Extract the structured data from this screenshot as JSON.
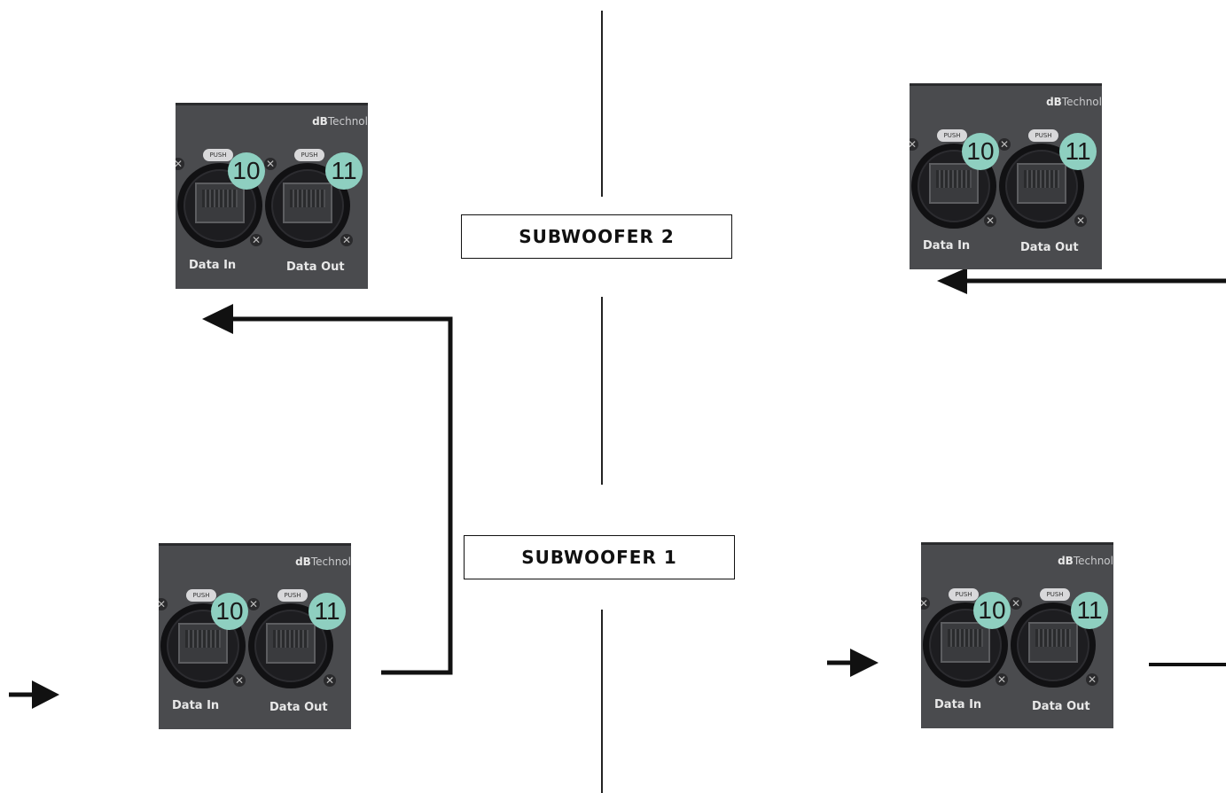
{
  "labels": {
    "subwoofer_2": "SUBWOOFER 2",
    "subwoofer_1": "SUBWOOFER 1"
  },
  "panels": [
    {
      "brand_bold": "dB",
      "brand_rest": "Technol",
      "push_left": "PUSH",
      "push_right": "PUSH",
      "port_in_number": "10",
      "port_out_number": "11",
      "data_in": "Data In",
      "data_out": "Data Out"
    },
    {
      "brand_bold": "dB",
      "brand_rest": "Technol",
      "push_left": "PUSH",
      "push_right": "PUSH",
      "port_in_number": "10",
      "port_out_number": "11",
      "data_in": "Data In",
      "data_out": "Data Out"
    },
    {
      "brand_bold": "dB",
      "brand_rest": "Technol",
      "push_left": "PUSH",
      "push_right": "PUSH",
      "port_in_number": "10",
      "port_out_number": "11",
      "data_in": "Data In",
      "data_out": "Data Out"
    },
    {
      "brand_bold": "dB",
      "brand_rest": "Technol",
      "push_left": "PUSH",
      "push_right": "PUSH",
      "port_in_number": "10",
      "port_out_number": "11",
      "data_in": "Data In",
      "data_out": "Data Out"
    }
  ],
  "colors": {
    "panel": "#4a4b4e",
    "number_badge": "#8ecfc0",
    "line": "#111111"
  }
}
